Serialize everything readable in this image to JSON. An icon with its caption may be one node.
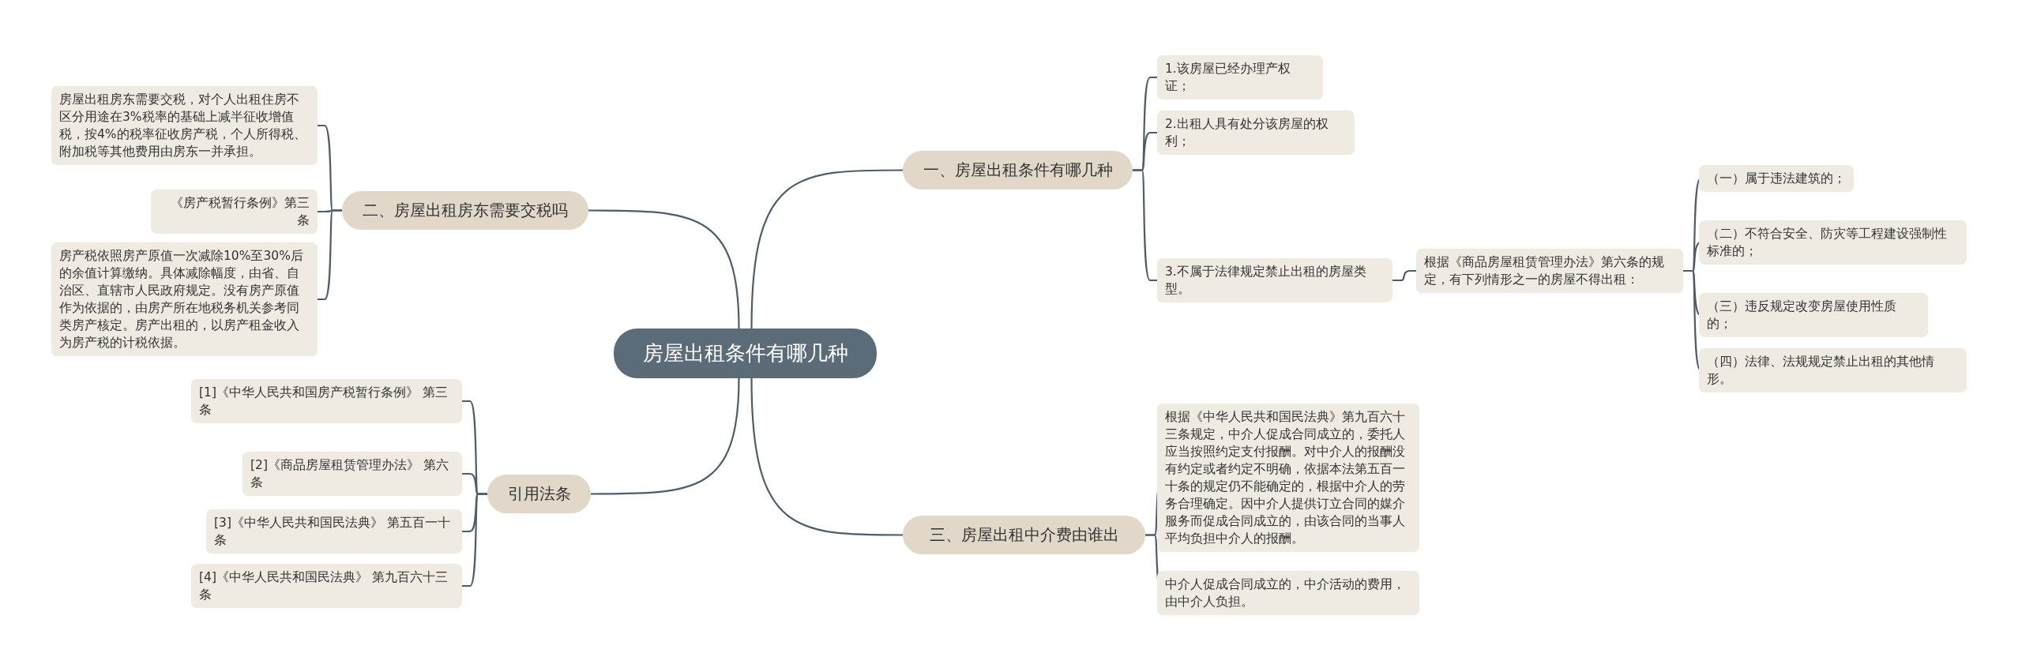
{
  "diagram": {
    "nodes": [
      {
        "text": [
          "房屋出租条件有哪几种"
        ]
      },
      {
        "text": [
          "一、房屋出租条件有哪几种"
        ]
      },
      {
        "text": [
          "1.该房屋已经办理产权证；"
        ]
      },
      {
        "text": [
          "2.出租人具有处分该房屋的权利；"
        ]
      },
      {
        "text": [
          "3.不属于法律规定禁止出租的房屋类型。"
        ]
      },
      {
        "text": [
          "根据《商品房屋租赁管理办法》第六条的规定，有下列情形之一的房屋不得出租："
        ]
      },
      {
        "text": [
          "（一）属于违法建筑的；"
        ]
      },
      {
        "text": [
          "（二）不符合安全、防灾等工程建设强制性标准的；"
        ]
      },
      {
        "text": [
          "（三）违反规定改变房屋使用性质的；"
        ]
      },
      {
        "text": [
          "（四）法律、法规规定禁止出租的其他情形。"
        ]
      },
      {
        "text": [
          "三、房屋出租中介费由谁出"
        ]
      },
      {
        "text": [
          "根据《中华人民共和国民法典》第九百六十三条规定，中介人促成合同成立的，委托人应当按照约定支付报酬。对中介人的报酬没有约定或者约定不明确，依据本法第五百一十条的规定仍不能确定的，根据中介人的劳务合理确定。因中介人提供订立合同的媒介服务而促成合同成立的，由该合同的当事人平均负担中介人的报酬。"
        ]
      },
      {
        "text": [
          "中介人促成合同成立的，中介活动的费用，由中介人负担。"
        ]
      },
      {
        "text": [
          "二、房屋出租房东需要交税吗"
        ]
      },
      {
        "text": [
          "房屋出租房东需要交税，对个人出租住房不区分用途在3%税率的基础上减半征收增值税，按4%的税率征收房产税，个人所得税、附加税等其他费用由房东一并承担。"
        ]
      },
      {
        "text": [
          "《房产税暂行条例》第三条"
        ]
      },
      {
        "text": [
          "房产税依照房产原值一次减除10%至30%后的余值计算缴纳。具体减除幅度，由省、自治区、直辖市人民政府规定。没有房产原值作为依据的，由房产所在地税务机关参考同类房产核定。房产出租的，以房产租金收入为房产税的计税依据。"
        ]
      },
      {
        "text": [
          "引用法条"
        ]
      },
      {
        "text": [
          "[1]《中华人民共和国房产税暂行条例》 第三条"
        ]
      },
      {
        "text": [
          "[2]《商品房屋租赁管理办法》 第六条"
        ]
      },
      {
        "text": [
          "[3]《中华人民共和国民法典》 第五百一十条"
        ]
      },
      {
        "text": [
          "[4]《中华人民共和国民法典》 第九百六十三条"
        ]
      }
    ],
    "edges": [
      {
        "from": 0,
        "to": 1,
        "arrow": "none"
      },
      {
        "from": 1,
        "to": 2,
        "arrow": "none"
      },
      {
        "from": 1,
        "to": 3,
        "arrow": "none"
      },
      {
        "from": 1,
        "to": 4,
        "arrow": "none"
      },
      {
        "from": 4,
        "to": 5,
        "arrow": "none"
      },
      {
        "from": 5,
        "to": 6,
        "arrow": "none"
      },
      {
        "from": 5,
        "to": 7,
        "arrow": "none"
      },
      {
        "from": 5,
        "to": 8,
        "arrow": "none"
      },
      {
        "from": 5,
        "to": 9,
        "arrow": "none"
      },
      {
        "from": 0,
        "to": 10,
        "arrow": "none"
      },
      {
        "from": 10,
        "to": 11,
        "arrow": "none"
      },
      {
        "from": 10,
        "to": 12,
        "arrow": "none"
      },
      {
        "from": 0,
        "to": 13,
        "arrow": "none"
      },
      {
        "from": 13,
        "to": 14,
        "arrow": "none"
      },
      {
        "from": 13,
        "to": 15,
        "arrow": "none"
      },
      {
        "from": 13,
        "to": 16,
        "arrow": "none"
      },
      {
        "from": 0,
        "to": 17,
        "arrow": "none"
      },
      {
        "from": 17,
        "to": 18,
        "arrow": "none"
      },
      {
        "from": 17,
        "to": 19,
        "arrow": "none"
      },
      {
        "from": 17,
        "to": 20,
        "arrow": "none"
      },
      {
        "from": 17,
        "to": 21,
        "arrow": "none"
      }
    ]
  }
}
